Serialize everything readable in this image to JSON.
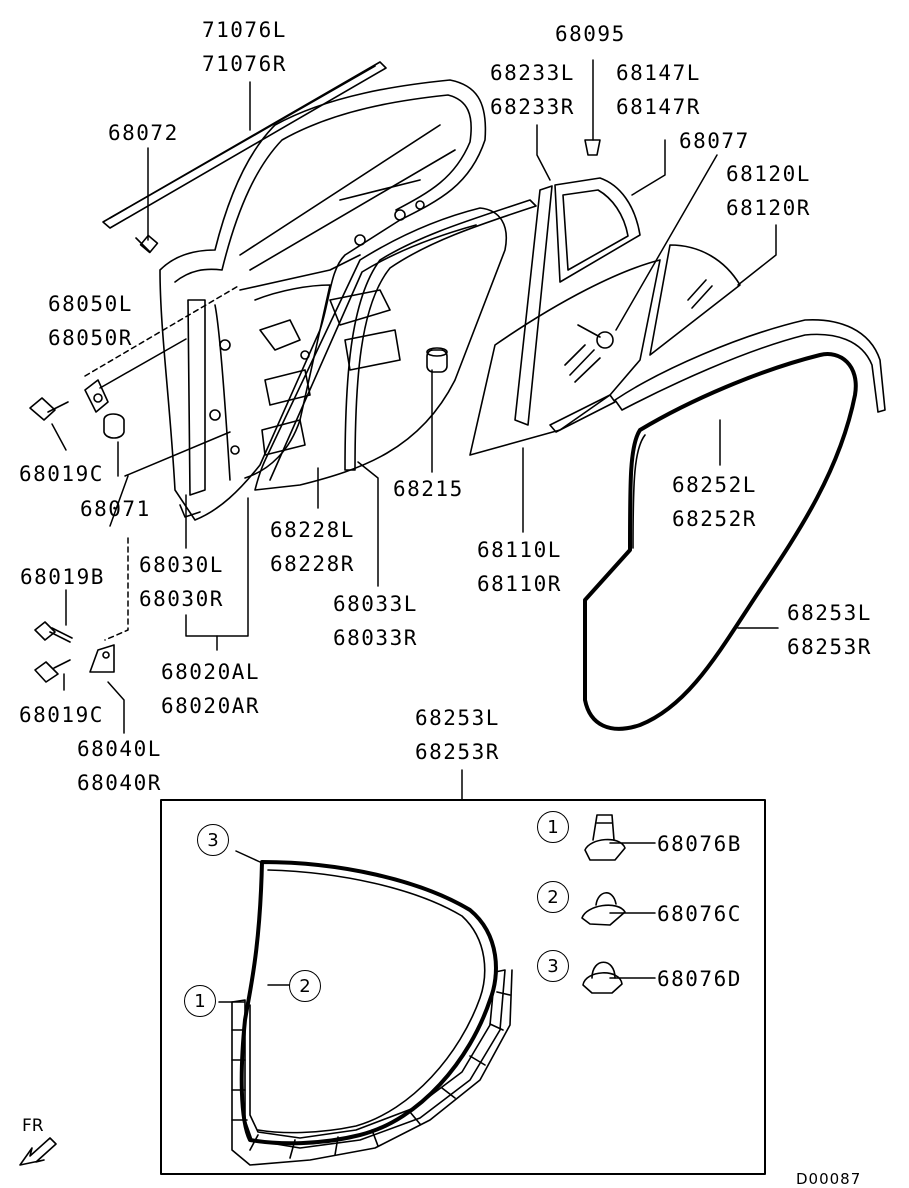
{
  "diagram": {
    "drawing_code": "D00087",
    "fr_label": "FR",
    "callouts": [
      {
        "id": "71076",
        "lines": [
          "71076L",
          "71076R"
        ]
      },
      {
        "id": "68072",
        "lines": [
          "68072"
        ]
      },
      {
        "id": "68050",
        "lines": [
          "68050L",
          "68050R"
        ]
      },
      {
        "id": "68019C_top",
        "lines": [
          "68019C"
        ]
      },
      {
        "id": "68071",
        "lines": [
          "68071"
        ]
      },
      {
        "id": "68030",
        "lines": [
          "68030L",
          "68030R"
        ]
      },
      {
        "id": "68019B",
        "lines": [
          "68019B"
        ]
      },
      {
        "id": "68019C_bottom",
        "lines": [
          "68019C"
        ]
      },
      {
        "id": "68040",
        "lines": [
          "68040L",
          "68040R"
        ]
      },
      {
        "id": "68020A",
        "lines": [
          "68020AL",
          "68020AR"
        ]
      },
      {
        "id": "68228",
        "lines": [
          "68228L",
          "68228R"
        ]
      },
      {
        "id": "68033",
        "lines": [
          "68033L",
          "68033R"
        ]
      },
      {
        "id": "68215",
        "lines": [
          "68215"
        ]
      },
      {
        "id": "68095",
        "lines": [
          "68095"
        ]
      },
      {
        "id": "68233",
        "lines": [
          "68233L",
          "68233R"
        ]
      },
      {
        "id": "68147",
        "lines": [
          "68147L",
          "68147R"
        ]
      },
      {
        "id": "68077",
        "lines": [
          "68077"
        ]
      },
      {
        "id": "68120",
        "lines": [
          "68120L",
          "68120R"
        ]
      },
      {
        "id": "68110",
        "lines": [
          "68110L",
          "68110R"
        ]
      },
      {
        "id": "68252",
        "lines": [
          "68252L",
          "68252R"
        ]
      },
      {
        "id": "68253_main",
        "lines": [
          "68253L",
          "68253R"
        ]
      },
      {
        "id": "68253_detail",
        "lines": [
          "68253L",
          "68253R"
        ]
      }
    ],
    "detail_box": {
      "clips": [
        {
          "num": "1",
          "part": "68076B"
        },
        {
          "num": "2",
          "part": "68076C"
        },
        {
          "num": "3",
          "part": "68076D"
        }
      ],
      "seal_markers": [
        "3",
        "2",
        "1"
      ]
    }
  }
}
